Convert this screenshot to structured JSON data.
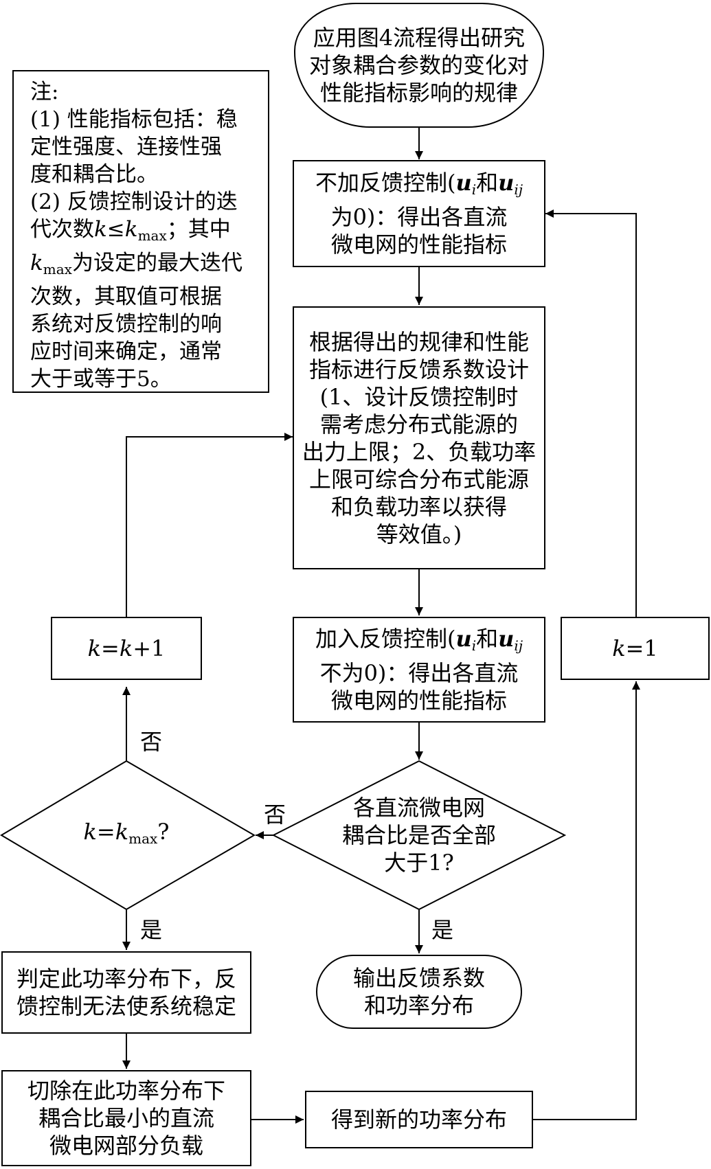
{
  "start": {
    "lines": [
      "应用图4流程得出研究",
      "对象耦合参数的变化对",
      "性能指标影响的规律"
    ]
  },
  "note": {
    "title": "注:",
    "item1": [
      "(1) 性能指标包括：稳",
      "定性强度、连接性强",
      "度和耦合比。"
    ],
    "item2_line1": "(2) 反馈控制设计的迭",
    "item2_line2_pre": "代次数",
    "item2_line2_k": "k",
    "item2_line2_le": "≤",
    "item2_line2_kmax": "k",
    "item2_line2_kmax_sub": "max",
    "item2_line2_post": "；其中",
    "item2_line3_k": "k",
    "item2_line3_sub": "max",
    "item2_line3_post": "为设定的最大迭代",
    "item2_rest": [
      "次数，其取值可根据",
      "系统对反馈控制的响",
      "应时间来确定，通常",
      "大于或等于5。"
    ]
  },
  "no_feedback": {
    "pre": "不加反馈控制(",
    "u": "u",
    "i": "i",
    "and": "和",
    "u2": "u",
    "ij": "ij",
    "line2": "为0)：得出各直流",
    "line3": "微电网的性能指标"
  },
  "design": {
    "lines": [
      "根据得出的规律和性能",
      "指标进行反馈系数设计",
      "(1、设计反馈控制时",
      "需考虑分布式能源的",
      "出力上限；2、负载功率",
      "上限可综合分布式能源",
      "和负载功率以获得",
      "等效值。)"
    ]
  },
  "with_feedback": {
    "pre": "加入反馈控制(",
    "u": "u",
    "i": "i",
    "and": "和",
    "u2": "u",
    "ij": "ij",
    "line2": "不为0)：得出各直流",
    "line3": "微电网的性能指标"
  },
  "k_inc": {
    "k1": "k",
    "eq": "=",
    "k2": "k",
    "plus": "+1"
  },
  "k_one": {
    "k": "k",
    "eq": "=1"
  },
  "decision_coupling": {
    "lines": [
      "各直流微电网",
      "耦合比是否全部",
      "大于1?"
    ]
  },
  "decision_kmax": {
    "k": "k",
    "eq": "=",
    "k2": "k",
    "sub": "max",
    "q": "?"
  },
  "labels": {
    "no1": "否",
    "no2": "否",
    "yes1": "是",
    "yes2": "是"
  },
  "output": {
    "lines": [
      "输出反馈系数",
      "和功率分布"
    ]
  },
  "unstable": {
    "lines": [
      "判定此功率分布下，反",
      "馈控制无法使系统稳定"
    ]
  },
  "shed": {
    "lines": [
      "切除在此功率分布下",
      "耦合比最小的直流",
      "微电网部分负载"
    ]
  },
  "new_dist": {
    "label": "得到新的功率分布"
  }
}
